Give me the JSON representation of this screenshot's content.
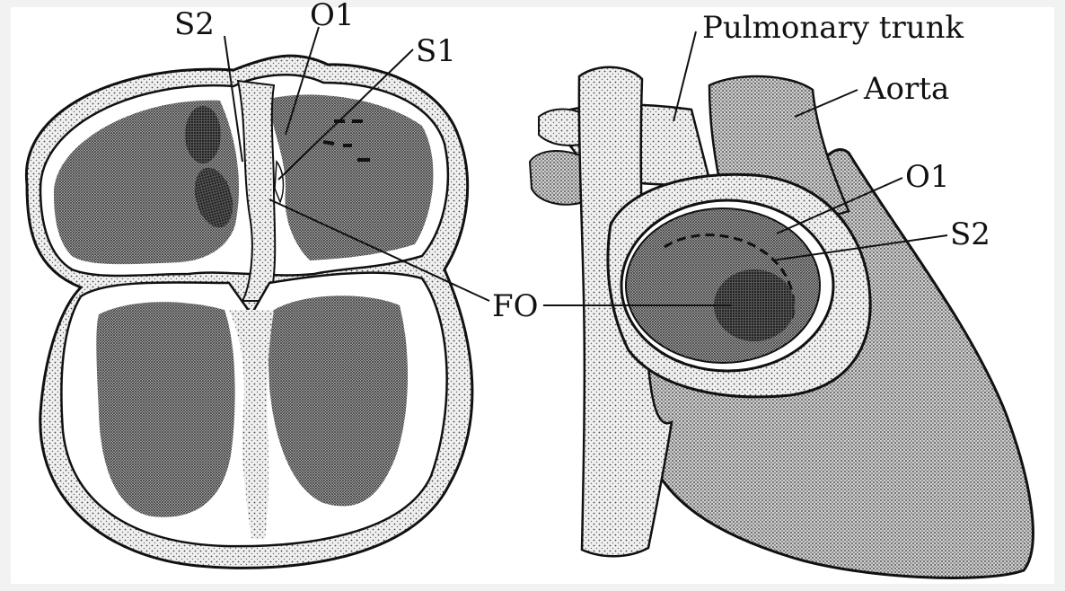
{
  "labels": {
    "s2_left": "S2",
    "o1_left": "O1",
    "s1": "S1",
    "fo": "FO",
    "pulmonary_trunk": "Pulmonary trunk",
    "aorta": "Aorta",
    "o1_right": "O1",
    "s2_right": "S2"
  },
  "colors": {
    "background": "#ffffff",
    "frame": "#f2f2f2",
    "light_stipple": "#e6e6e6",
    "mid_stipple": "#bdbdbd",
    "dark_stipple": "#8e8e8e",
    "darkest": "#3a3a3a",
    "ink": "#111111"
  }
}
